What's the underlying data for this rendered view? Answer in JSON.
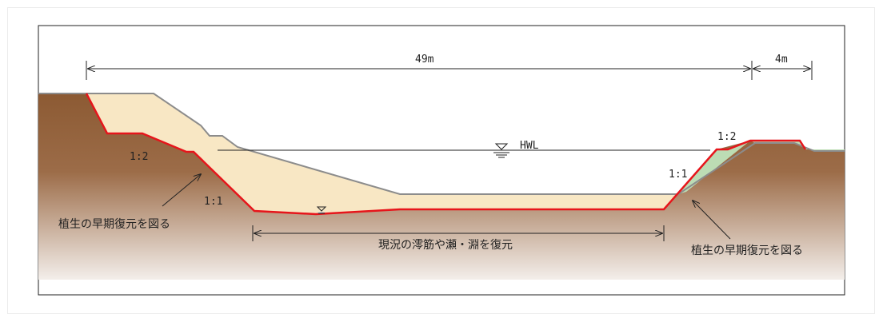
{
  "colors": {
    "soil_top": "#8c5a33",
    "soil_bottom": "#f3eeea",
    "fill": "#f8e7c4",
    "water": "#bcd3dc",
    "restoration_line": "#e6151b",
    "original_ground": "#8c8c8c",
    "vegetation": "#bcdcb4"
  },
  "dimensions": {
    "main_width": "49m",
    "berm_width": "4m"
  },
  "hwl_label": "HWL",
  "slopes": {
    "left_upper": "1:2",
    "left_lower": "1:1",
    "right_upper": "1:2",
    "right_lower": "1:1"
  },
  "annotations": {
    "left_vegetation": "植生の早期復元を図る",
    "right_vegetation": "植生の早期復元を図る",
    "channel_restoration": "現況の澪筋や瀬・淵を復元"
  }
}
